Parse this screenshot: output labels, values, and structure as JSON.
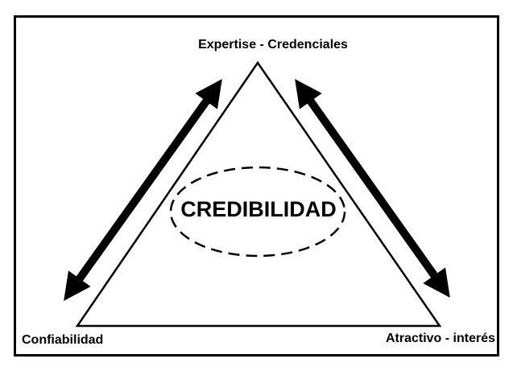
{
  "diagram": {
    "top_vertex_label": "Expertise - Credenciales",
    "left_vertex_label": "Confiabilidad",
    "right_vertex_label": "Atractivo - interés",
    "center_label": "CREDIBILIDAD",
    "line_color": "#000000",
    "background_color": "#ffffff"
  }
}
